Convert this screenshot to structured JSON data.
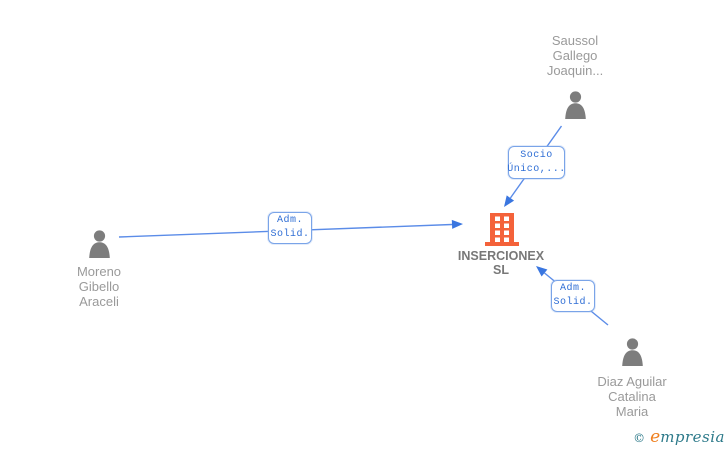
{
  "diagram_title": "corporate-relations-graph",
  "colors": {
    "edge_blue": "#5b8ce8",
    "arrow_blue": "#3a76e0",
    "box_border_blue": "#7aa4e8",
    "box_text_blue": "#2f6ed5",
    "person_gray": "#7d7d7d",
    "person_label_gray": "#9a9a9a",
    "company_orange": "#f4623a",
    "company_label_gray": "#787878",
    "logo_teal": "#2d7a8a",
    "logo_orange": "#ef8020"
  },
  "nodes": {
    "company": {
      "label_lines": [
        "INSERCIONEX",
        "SL"
      ],
      "icon": "building-icon"
    },
    "persons": [
      {
        "label_lines": [
          "Saussol",
          "Gallego",
          "Joaquin..."
        ],
        "icon": "person-icon"
      },
      {
        "label_lines": [
          "Moreno",
          "Gibello",
          "Araceli"
        ],
        "icon": "person-icon"
      },
      {
        "label_lines": [
          "Diaz Aguilar",
          "Catalina",
          "Maria"
        ],
        "icon": "person-icon"
      }
    ]
  },
  "edges": [
    {
      "from": "Moreno Gibello Araceli",
      "to": "INSERCIONEX SL",
      "label_lines": [
        "Adm.",
        "Solid."
      ]
    },
    {
      "from": "Saussol Gallego Joaquin...",
      "to": "INSERCIONEX SL",
      "label_lines": [
        "Socio",
        "Único,..."
      ]
    },
    {
      "from": "Diaz Aguilar Catalina Maria",
      "to": "INSERCIONEX SL",
      "label_lines": [
        "Adm.",
        "Solid."
      ]
    }
  ],
  "footer": {
    "copyright_symbol": "©",
    "brand_first_letter": "e",
    "brand_rest": "mpresia"
  }
}
